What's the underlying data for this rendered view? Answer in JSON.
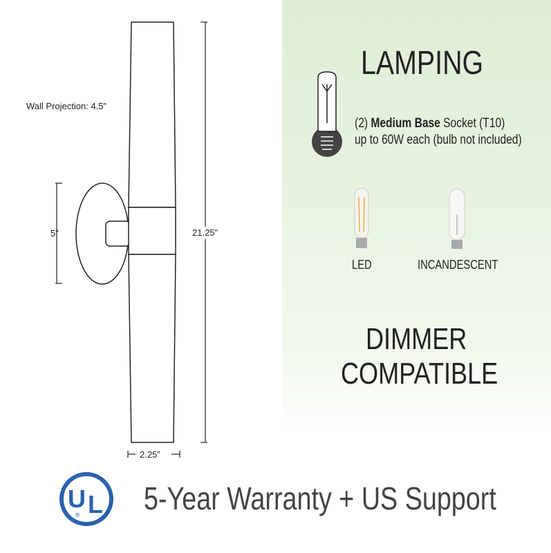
{
  "dimensions": {
    "wall_projection": "Wall Projection: 4.5”",
    "backplate_height": "5”",
    "overall_height": "21.25”",
    "width": "2.25”"
  },
  "lamping": {
    "title": "LAMPING",
    "socket_count": "(2)",
    "socket_type": "Medium Base",
    "socket_suffix": "Socket (T10)",
    "wattage": "up to 60W each (bulb not included)",
    "bulb_options": [
      {
        "label": "LED"
      },
      {
        "label": "INCANDESCENT"
      }
    ]
  },
  "dimmer": {
    "line1": "DIMMER",
    "line2": "COMPATIBLE"
  },
  "footer": {
    "logo_text": "UL",
    "warranty": "5-Year Warranty + US Support"
  },
  "colors": {
    "ul_blue": "#2a62ad",
    "background_green": "#e3f0db"
  }
}
